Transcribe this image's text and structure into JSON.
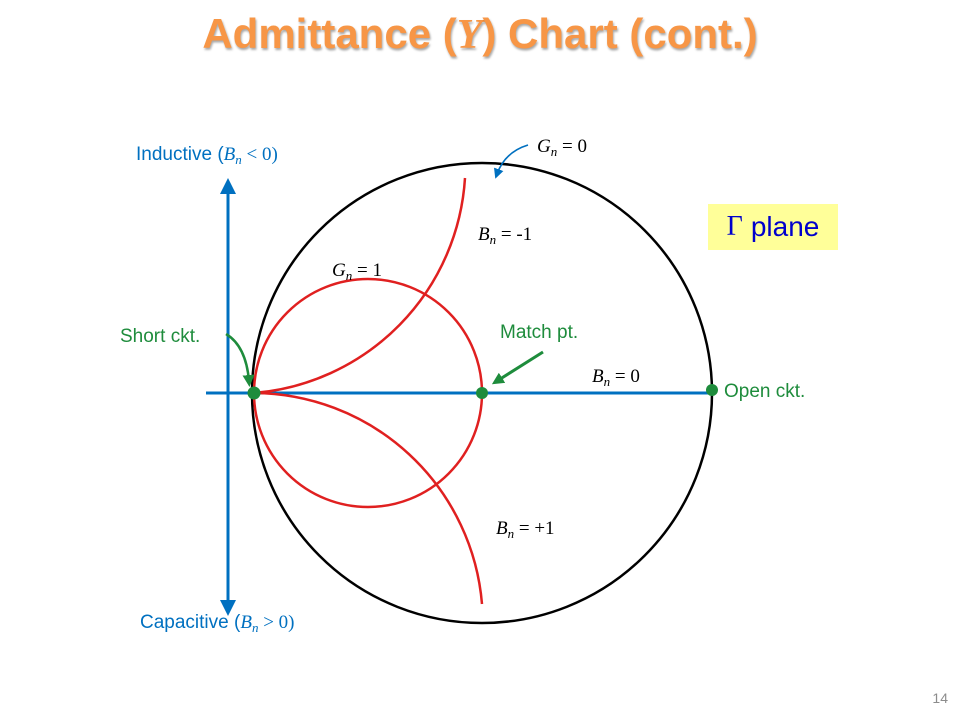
{
  "title": {
    "text": "Admittance (",
    "symbol": "Y",
    "rest": ") Chart (cont.)"
  },
  "axis": {
    "inductive_text": "Inductive (",
    "inductive_var": "B",
    "inductive_sub": "n",
    "inductive_rel": " < 0)",
    "capacitive_text": "Capacitive (",
    "capacitive_var": "B",
    "capacitive_sub": "n",
    "capacitive_rel": " > 0)"
  },
  "points": {
    "short": "Short ckt.",
    "match": "Match pt.",
    "open": "Open ckt."
  },
  "curves": {
    "gn0": {
      "var": "G",
      "sub": "n",
      "rest": " = 0"
    },
    "bn_neg1": {
      "var": "B",
      "sub": "n",
      "rest": " = -1"
    },
    "gn1": {
      "var": "G",
      "sub": "n",
      "rest": " = 1"
    },
    "bn0": {
      "var": "B",
      "sub": "n",
      "rest": " = 0"
    },
    "bn_pos1": {
      "var": "B",
      "sub": "n",
      "rest": " = +1"
    }
  },
  "plane": {
    "symbol": "Γ",
    "label": "plane"
  },
  "page_number": "14",
  "colors": {
    "title": "#F79646",
    "axis": "#0070C0",
    "curves": "#E02020",
    "points": "#1E8C3C",
    "outline": "#000000",
    "plane_bg": "#FFFF99"
  }
}
